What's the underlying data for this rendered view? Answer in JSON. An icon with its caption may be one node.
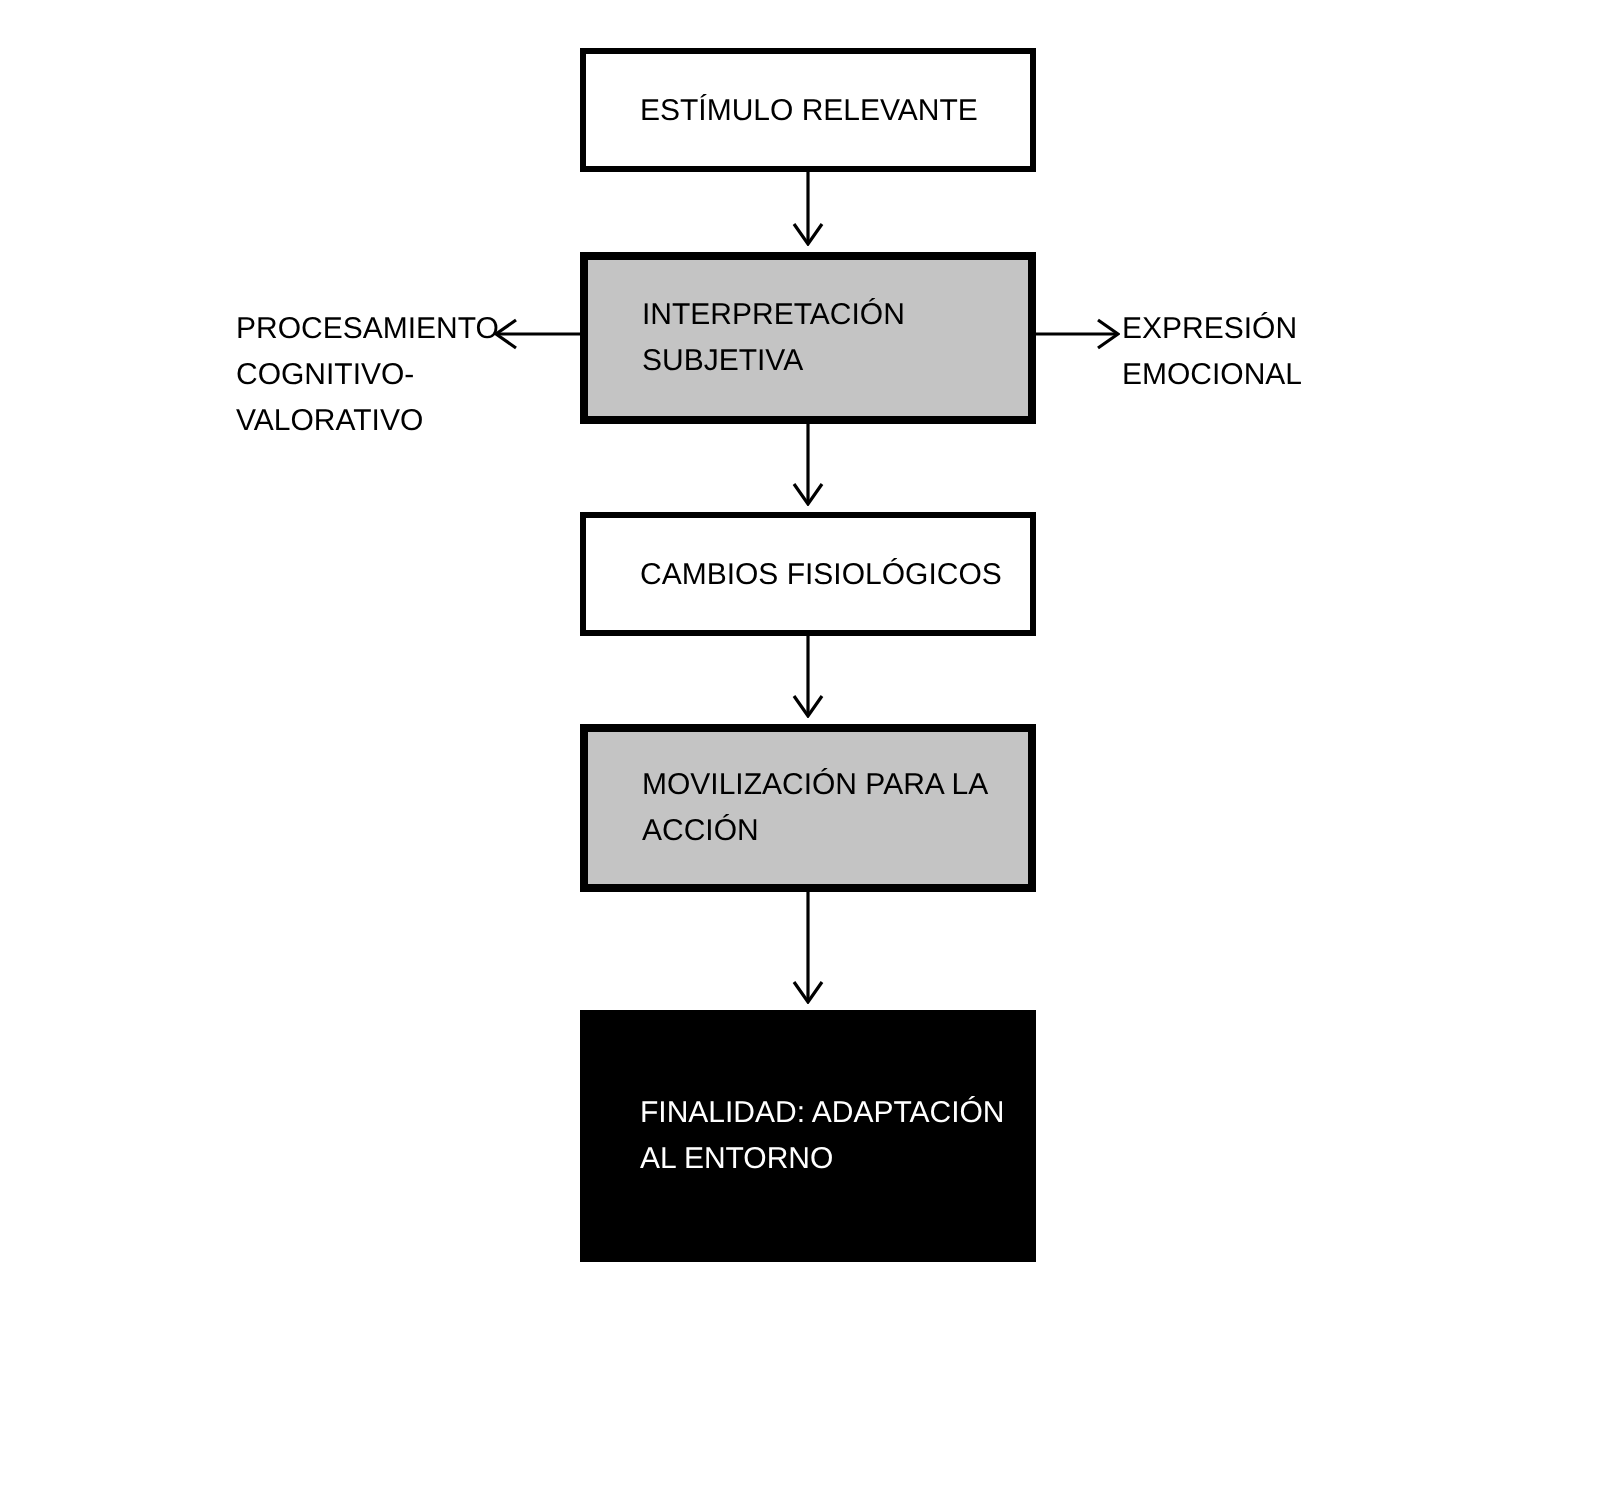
{
  "diagram": {
    "nodes": [
      {
        "text": [
          "ESTÍMULO RELEVANTE"
        ]
      },
      {
        "text": [
          "INTERPRETACIÓN SUBJETIVA"
        ]
      },
      {
        "text": [
          "PROCESAMIENTO COGNITIVO-VALORATIVO"
        ]
      },
      {
        "text": [
          "EXPRESIÓN EMOCIONAL"
        ]
      },
      {
        "text": [
          "CAMBIOS FISIOLÓGICOS"
        ]
      },
      {
        "text": [
          "MOVILIZACIÓN PARA LA ACCIÓN"
        ]
      },
      {
        "text": [
          "FINALIDAD: ADAPTACIÓN AL ENTORNO"
        ]
      }
    ],
    "edges": [
      {
        "from": 0,
        "to": 1,
        "arrow": "to"
      },
      {
        "from": 1,
        "to": 2,
        "arrow": "to"
      },
      {
        "from": 1,
        "to": 3,
        "arrow": "to"
      },
      {
        "from": 1,
        "to": 4,
        "arrow": "to"
      },
      {
        "from": 4,
        "to": 5,
        "arrow": "to"
      },
      {
        "from": 5,
        "to": 6,
        "arrow": "to"
      }
    ]
  }
}
